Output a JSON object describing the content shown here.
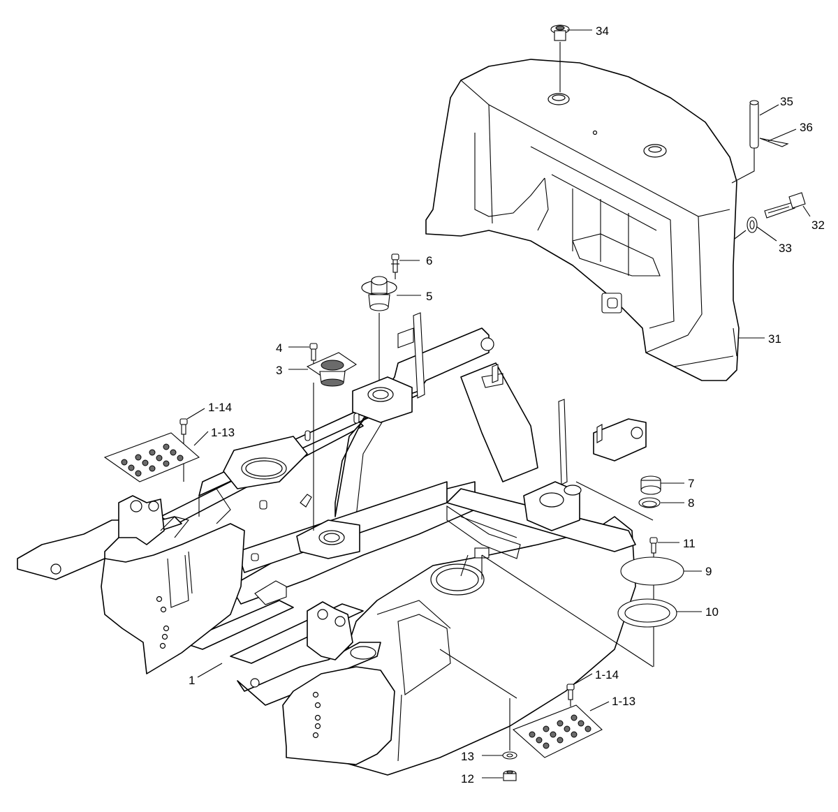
{
  "callouts": [
    {
      "id": "c34",
      "label": "34"
    },
    {
      "id": "c35",
      "label": "35"
    },
    {
      "id": "c36",
      "label": "36"
    },
    {
      "id": "c32",
      "label": "32"
    },
    {
      "id": "c33",
      "label": "33"
    },
    {
      "id": "c31",
      "label": "31"
    },
    {
      "id": "c6",
      "label": "6"
    },
    {
      "id": "c5",
      "label": "5"
    },
    {
      "id": "c4",
      "label": "4"
    },
    {
      "id": "c3",
      "label": "3"
    },
    {
      "id": "c1-14a",
      "label": "1-14"
    },
    {
      "id": "c1-13a",
      "label": "1-13"
    },
    {
      "id": "c7",
      "label": "7"
    },
    {
      "id": "c8",
      "label": "8"
    },
    {
      "id": "c11",
      "label": "11"
    },
    {
      "id": "c9",
      "label": "9"
    },
    {
      "id": "c10",
      "label": "10"
    },
    {
      "id": "c1",
      "label": "1"
    },
    {
      "id": "c1-14b",
      "label": "1-14"
    },
    {
      "id": "c1-13b",
      "label": "1-13"
    },
    {
      "id": "c13",
      "label": "13"
    },
    {
      "id": "c12",
      "label": "12"
    }
  ]
}
